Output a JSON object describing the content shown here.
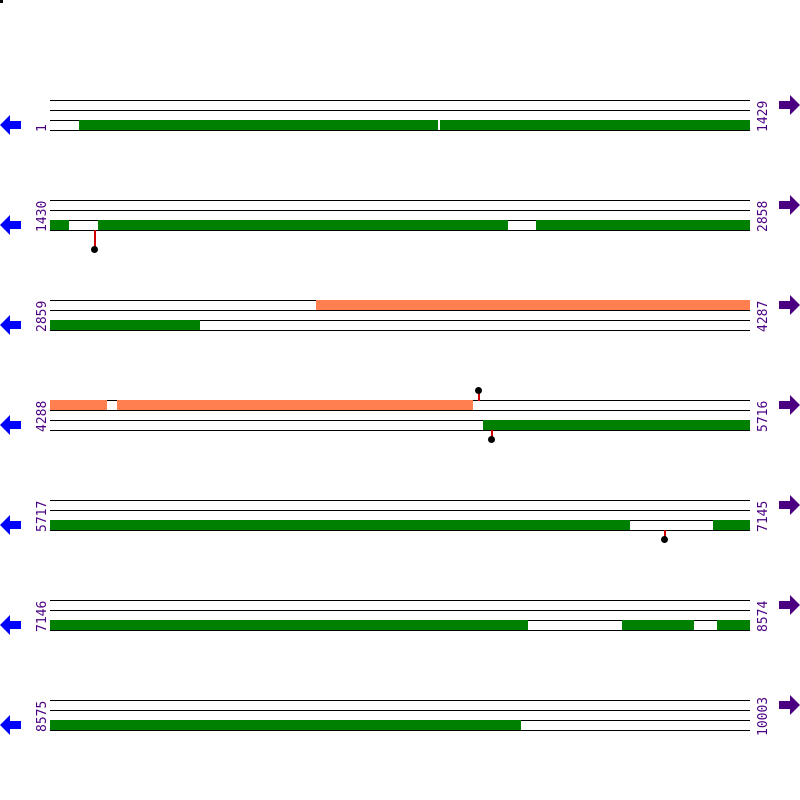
{
  "colors": {
    "green": "#008000",
    "salmon": "#ff7f50",
    "label": "#4b0082",
    "left_arrow": "#0000ff",
    "right_arrow": "#4b0082",
    "pin": "#d00000"
  },
  "rows": [
    {
      "start": "1",
      "end": "1429"
    },
    {
      "start": "1430",
      "end": "2858"
    },
    {
      "start": "2859",
      "end": "4287"
    },
    {
      "start": "4288",
      "end": "5716"
    },
    {
      "start": "5717",
      "end": "7145"
    },
    {
      "start": "7146",
      "end": "8574"
    },
    {
      "start": "8575",
      "end": "10003"
    }
  ],
  "icons": {
    "left": "left-arrow-icon",
    "right": "right-arrow-icon"
  }
}
